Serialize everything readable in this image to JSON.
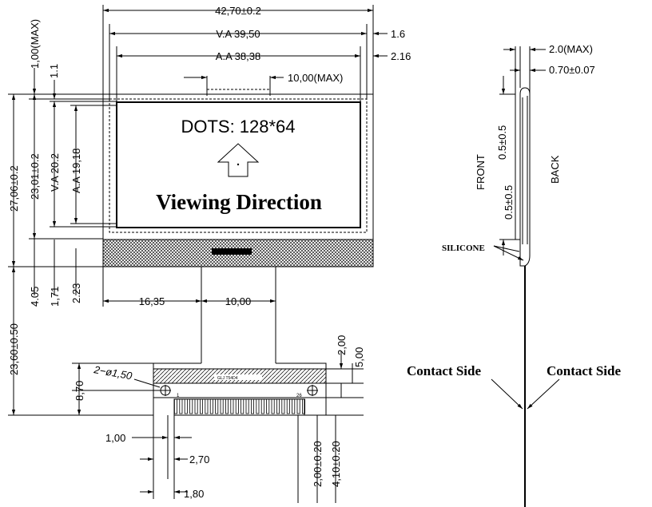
{
  "dims": {
    "overall_width": "42,70±0.2",
    "va_width": "V.A 39,50",
    "aa_width": "A.A 38,38",
    "right_1": "1.6",
    "right_2": "2.16",
    "top_max": "1,00(MAX)",
    "top_1": "1.1",
    "ic_width": "10,00(MAX)",
    "overall_height": "27,06±0.2",
    "h_2301": "23,01±0.2",
    "va_height": "V.A 20.2",
    "aa_height": "A.A 19,18",
    "h_405": "4.05",
    "h_171": "1,71",
    "h_223": "2.23",
    "fpc_left": "16,35",
    "fpc_width": "10,00",
    "fpc_length": "23,60±0.50",
    "h_870": "8,70",
    "holes": "2−ø1,50",
    "stiff_200": "2,00",
    "stiff_500": "5,00",
    "pitch": "1,00",
    "w_270": "2,70",
    "w_180": "1,80",
    "t_200": "2,00±0.20",
    "t_410": "4,10±0.20",
    "side_200": "2.0(MAX)",
    "side_070": "0.70±0.07",
    "side_05a": "0.5±0.5",
    "side_05b": "0.5±0.5"
  },
  "display": {
    "dots": "DOTS: 128*64",
    "viewing": "Viewing Direction"
  },
  "fpc": {
    "pin1": "1",
    "pin26": "26",
    "code": "GLJ T54D4"
  },
  "side": {
    "front": "FRONT",
    "back": "BACK",
    "silicone": "SILICONE",
    "contact_left": "Contact Side",
    "contact_right": "Contact Side"
  }
}
